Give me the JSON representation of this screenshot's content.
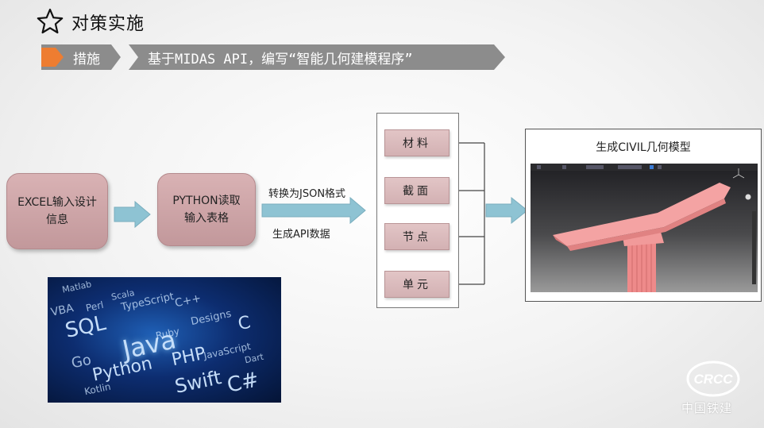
{
  "header": {
    "title": "对策实施",
    "tag": "措施",
    "subtitle": "基于MIDAS API，编写“智能几何建模程序”"
  },
  "flow": {
    "excel_box_text": "EXCEL输入设计信息",
    "python_box_text": "PYTHON读取输入表格",
    "arrow_label_top": "转换为JSON格式",
    "arrow_label_bottom": "生成API数据",
    "items": [
      "材料",
      "截面",
      "节点",
      "单元"
    ],
    "output_title": "生成CIVIL几何模型"
  },
  "code_image_words": [
    "Matlab",
    "Scala",
    "VBA",
    "Perl",
    "TypeScript",
    "SQL",
    "C++",
    "Designs",
    "Java",
    "Ruby",
    "Go",
    "C",
    "PHP",
    "JavaScript",
    "Python",
    "Swift",
    "Kotlin",
    "C#",
    "Dart"
  ],
  "logo": {
    "emblem": "CRCC",
    "text": "中国铁建"
  },
  "colors": {
    "banner_gray": "#8c8c8c",
    "tag_orange": "#ee7d31",
    "box_pink": "#c9a2a5",
    "arrow_blue": "#8ec3d3"
  }
}
